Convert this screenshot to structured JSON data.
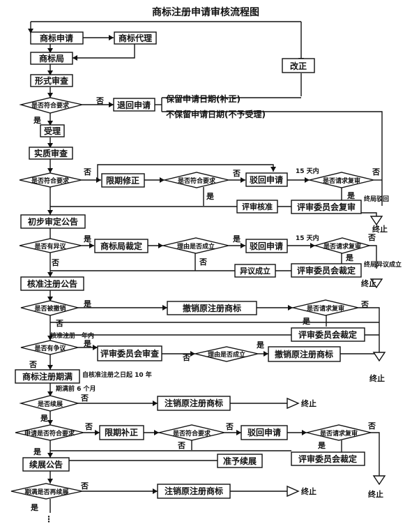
{
  "title": "商标注册申请审核流程图",
  "boxes": {
    "apply": "商标申请",
    "agent": "商标代理",
    "office": "商标局",
    "formal": "形式审查",
    "reject_return": "退回申请",
    "accept": "受理",
    "substantive": "实质审查",
    "correct_limit1": "限期修正",
    "reject1": "驳回申请",
    "review_check": "评审核准",
    "board_review1": "评审委员会复审",
    "prelim_notice": "初步审定公告",
    "office_ruling": "商标局裁定",
    "reject2": "驳回申请",
    "objection_ok": "异议成立",
    "board_ruling1": "评审委员会裁定",
    "approve_notice": "核准注册公告",
    "revoke1": "撤销原注册商标",
    "board_ruling2": "评审委员会裁定",
    "board_review2": "评审委员会审查",
    "revoke2": "撤销原注册商标",
    "expire": "商标注册期满",
    "cancel1": "注销原注册商标",
    "correct_limit2": "限期补正",
    "reject3": "驳回申请",
    "approve_renew": "准予续展",
    "board_ruling3": "评审委员会裁定",
    "renew_notice": "续展公告",
    "cancel2": "注销原注册商标",
    "modify": "改正"
  },
  "diamonds": {
    "d1": "是否符合要求",
    "d2": "是否符合要求",
    "d3": "是否符合要求",
    "d4": "是否请求复审",
    "d5": "是否有异议",
    "d6": "理由是否成立",
    "d7": "是否请求复审",
    "d8": "是否被撤销",
    "d9": "是否请求复审",
    "d10": "是否有争议",
    "d11": "理由是否成立",
    "d12": "是否续展",
    "d13": "申请是否符合要求",
    "d14": "是否符合要求",
    "d15": "是否请求复审",
    "d16": "期满是否再续展"
  },
  "labels": {
    "retain": "保留申请日期(补正)",
    "not_retain": "不保留申请日期(不予受理)",
    "yes": "是",
    "no": "否",
    "days15a": "15 天内",
    "days15b": "15 天内",
    "final_reject": "终局驳回",
    "final_objection": "终局异议成立",
    "one_year": "核准注册一年内",
    "ten_years": "自核准注册之日起 10 年",
    "six_months": "期满前 6 个月",
    "end": "终止",
    "ellipsis": "⋮"
  }
}
